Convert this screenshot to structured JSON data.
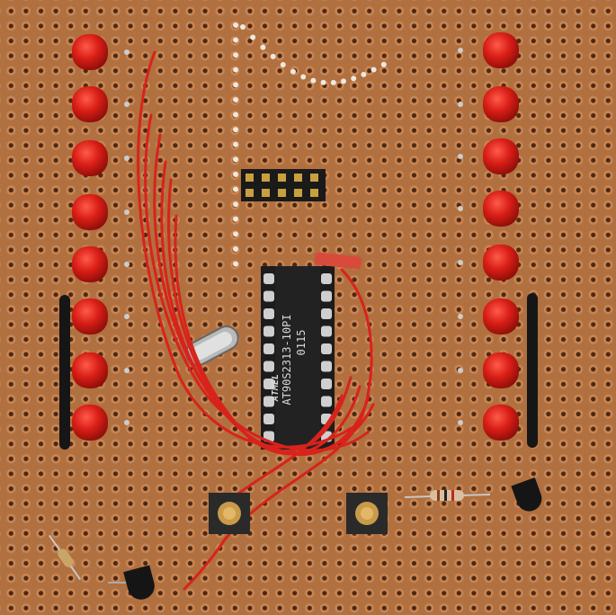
{
  "image": {
    "subject": "perfboard-circuit",
    "colors": {
      "board": "#b0703f",
      "hole": "#4a2814",
      "led": "#d81e16",
      "wire": "#d8231c",
      "chip": "#1c1c1c"
    }
  },
  "chip": {
    "logo": "ATMEL",
    "part_number": "AT90S2313-10PI",
    "date_code": "0115"
  }
}
